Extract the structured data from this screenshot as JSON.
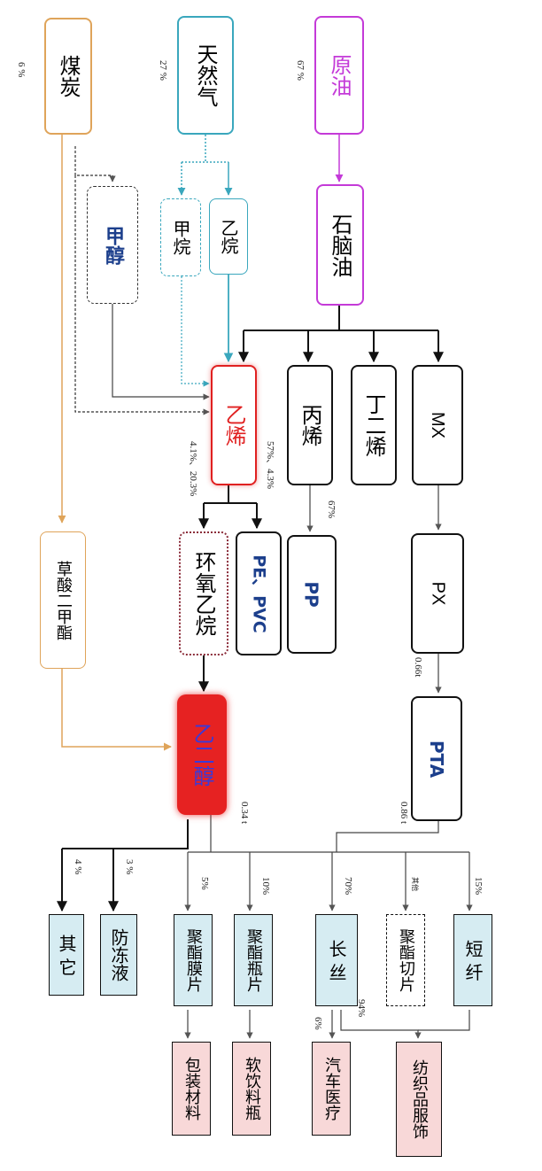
{
  "colors": {
    "magenta": "#c43ad8",
    "teal": "#3aa7bd",
    "coal": "#dfa45a",
    "red": "#e02020",
    "navy": "#1c3f8c",
    "black": "#111111",
    "light_blue_fill": "#d6ecf2",
    "pink_fill": "#f8d8d8"
  },
  "nodes": {
    "coal": "煤炭",
    "natural_gas": "天然气",
    "crude_oil": "原油",
    "naphtha": "石脑油",
    "methanol": "甲醇",
    "methane": "甲烷",
    "ethane": "乙烷",
    "ethylene": "乙烯",
    "propylene": "丙烯",
    "butadiene": "丁二烯",
    "mx": "MX",
    "dimethyl_oxalate": "草酸二甲酯",
    "ethylene_oxide": "环氧乙烷",
    "pe_pvc": "PE、PVC",
    "pp": "PP",
    "px": "PX",
    "meg": "乙二醇",
    "pta": "PTA",
    "other": "其 它",
    "antifreeze": "防冻液",
    "polyester_film": "聚酯膜片",
    "polyester_bottle": "聚酯瓶片",
    "filament": "长 丝",
    "polyester_chip": "聚酯切片",
    "staple_fiber": "短 纤",
    "packaging": "包装材料",
    "soft_drink_bottle": "软饮料瓶",
    "auto_medical": "汽车医疗",
    "textile_apparel": "纺织品服饰"
  },
  "percentages": {
    "coal": "6 %",
    "natural_gas": "27 %",
    "crude_oil": "67 %",
    "ethylene_in_left": "4.1%、20.3%",
    "ethylene_in_right": "57%、4.3%",
    "propylene_pp": "67%",
    "px_pta": "0.66t",
    "meg_out": "0.34 t",
    "pta_out": "0.86 t",
    "other": "4 %",
    "antifreeze": "3 %",
    "polyester_film": "5%",
    "polyester_bottle": "10%",
    "filament": "70%",
    "polyester_chip": "其他",
    "staple_fiber": "15%",
    "filament_auto": "6%",
    "filament_textile": "94%"
  }
}
